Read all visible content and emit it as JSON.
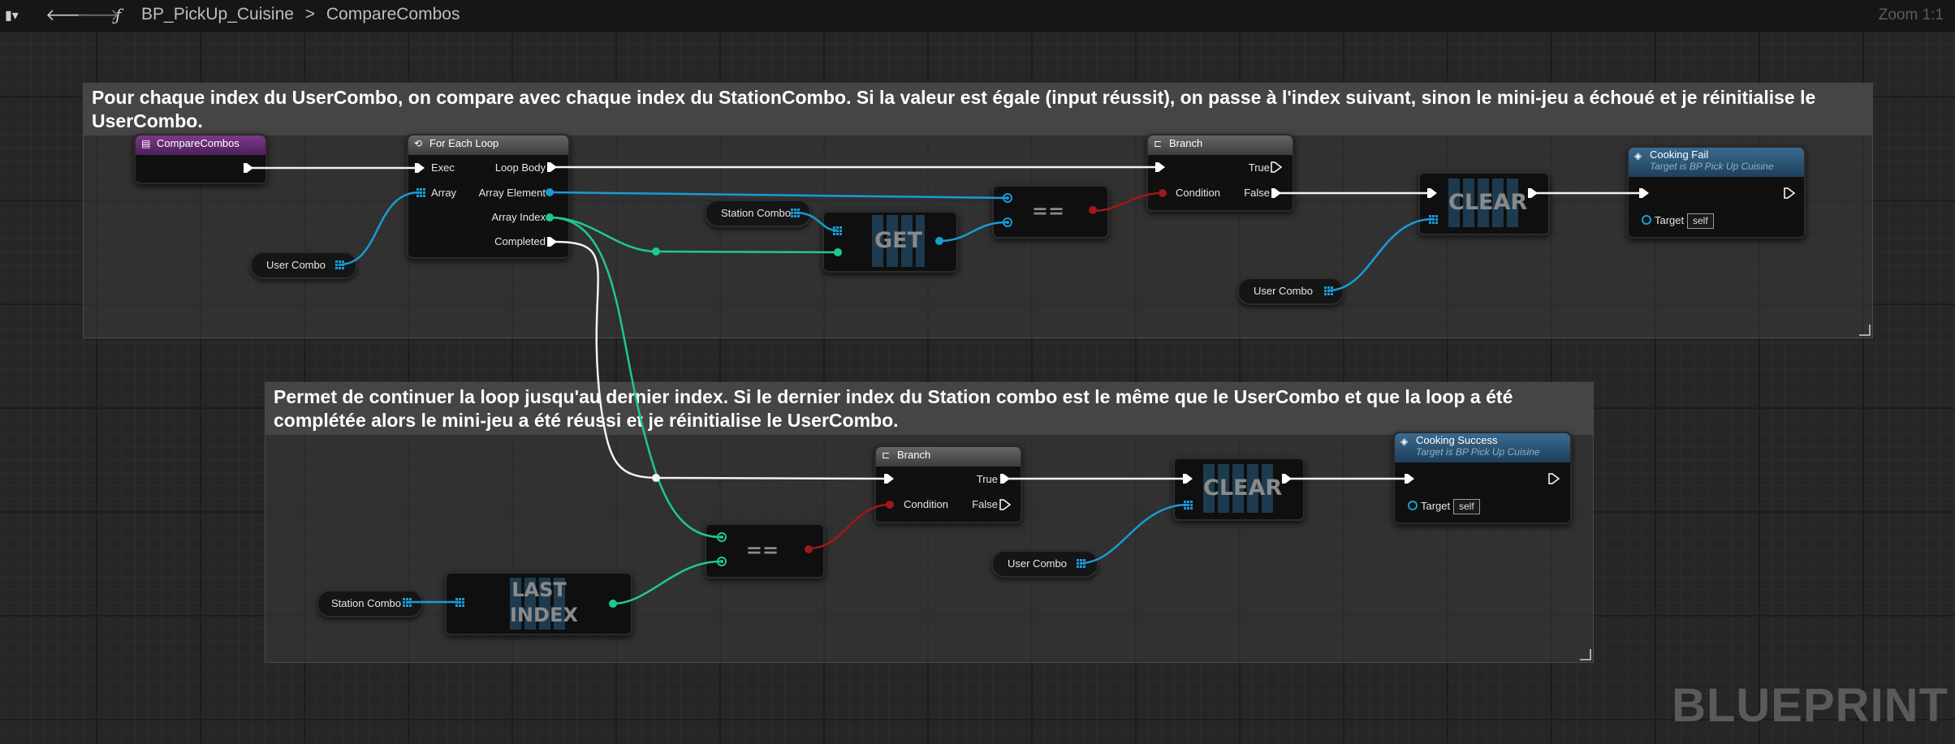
{
  "toolbar": {
    "function_name": "BP_PickUp_Cuisine",
    "separator": ">",
    "graph_name": "CompareCombos",
    "zoom": "Zoom 1:1",
    "function_glyph": "ƒ"
  },
  "comments": {
    "top": "Pour chaque index du UserCombo, on compare avec chaque index du StationCombo. Si la valeur est égale (input réussit), on passe à l'index suivant, sinon le mini-jeu a échoué et je réinitialise le UserCombo.",
    "bottom": "Permet de continuer la loop jusqu'au dernier index. Si le dernier index du Station combo est le même que le UserCombo et que la loop a été complétée alors le mini-jeu a été réussi et je réinitialise le UserCombo."
  },
  "nodes": {
    "compare_combos": {
      "title": "CompareCombos"
    },
    "for_each": {
      "title": "For Each Loop",
      "exec": "Exec",
      "array": "Array",
      "loop_body": "Loop Body",
      "array_element": "Array Element",
      "array_index": "Array Index",
      "completed": "Completed"
    },
    "get": {
      "label": "GET"
    },
    "eq_top": {
      "label": "=="
    },
    "branch_top": {
      "title": "Branch",
      "true": "True",
      "false": "False",
      "condition": "Condition"
    },
    "clear_top": {
      "label": "CLEAR"
    },
    "cooking_fail": {
      "title": "Cooking Fail",
      "subtitle": "Target is BP Pick Up Cuisine",
      "target": "Target",
      "self": "self"
    },
    "branch_bottom": {
      "title": "Branch",
      "true": "True",
      "false": "False",
      "condition": "Condition"
    },
    "clear_bottom": {
      "label": "CLEAR"
    },
    "cooking_success": {
      "title": "Cooking Success",
      "subtitle": "Target is BP Pick Up Cuisine",
      "target": "Target",
      "self": "self"
    },
    "eq_bottom": {
      "label": "=="
    },
    "last_index": {
      "line1": "LAST",
      "line2": "INDEX"
    }
  },
  "variables": {
    "user_combo_1": "User Combo",
    "station_combo_1": "Station Combo",
    "user_combo_2": "User Combo",
    "user_combo_3": "User Combo",
    "station_combo_2": "Station Combo"
  },
  "watermark": "BLUEPRINT",
  "colors": {
    "exec": "#ffffff",
    "array": "#1a9ad6",
    "int": "#1ec98f",
    "bool": "#a01818",
    "function_header": "#6b2a78",
    "flow_header": "#555555",
    "event_header": "#2a4e6c"
  }
}
